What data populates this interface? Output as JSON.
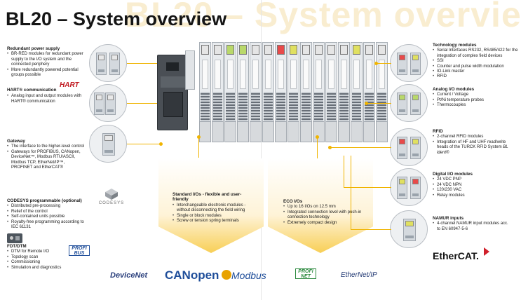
{
  "title": {
    "ghost": "BL20 – System overview",
    "main": "BL20 – System overview"
  },
  "left": {
    "redundant": {
      "title": "Redundant power supply",
      "items": [
        "BR-RED modules for redundant power supply to the I/O system and the connected periphery",
        "More redundantly powered potential groups possible"
      ]
    },
    "hart": {
      "title": "HART® communication",
      "logo": "HART",
      "items": [
        "Analog input and output modules with HART® communication"
      ]
    },
    "gateway": {
      "title": "Gateway",
      "items": [
        "The interface to the higher-level control",
        "Gateways for PROFIBUS, CANopen, DeviceNet™, Modbus RTU/ASCII, Modbus TCP, EtherNet/IP™, PROFINET and EtherCAT®"
      ]
    },
    "codesys": {
      "title": "CODESYS programmable (optional)",
      "logo": "CODESYS",
      "items": [
        "Distributed pre-processing",
        "Relief of the control",
        "Self-contained units possible",
        "Royalty-free programming according to IEC 61131"
      ]
    },
    "fdt": {
      "title": "FDT/DTM",
      "items": [
        "DTM for Remote I/O",
        "Topology scan",
        "Commissioning",
        "Simulation and diagnostics"
      ]
    }
  },
  "center": {
    "standard": {
      "title": "Standard I/Os - flexible and user-friendly",
      "items": [
        "Interchangeable electronic modules - without disconnecting the field wiring",
        "Single or block modules",
        "Screw or tension spring terminals"
      ]
    },
    "eco": {
      "title": "ECO I/Os",
      "items": [
        "Up to 16 I/Os on 12.5 mm",
        "Integrated connection level with push-in connection technology",
        "Extremely compact design"
      ]
    }
  },
  "right": {
    "technology": {
      "title": "Technology modules",
      "items": [
        "Serial Interfaces RS232, RS485/422 for the integration of complex field devices",
        "SSI",
        "Counter and pulse width modulation",
        "IO-Link master",
        "RFID"
      ]
    },
    "analog": {
      "title": "Analog I/O modules",
      "items": [
        "Current / Voltage",
        "Pt/Ni temperature probes",
        "Thermocouples"
      ]
    },
    "rfid": {
      "title": "RFID",
      "items": [
        "2-channel RFID modules",
        "Integration of HF and UHF read/write heads of the TURCK RFID System"
      ],
      "italic_tail": "BL ident®"
    },
    "digital": {
      "title": "Digital I/O modules",
      "items": [
        "24 VDC PNP",
        "24 VDC NPN",
        "120/230 VAC",
        "Relay modules"
      ]
    },
    "namur": {
      "title": "NAMUR inputs",
      "items": [
        "4-channel NAMUR input modules acc. to EN 60947-5-6"
      ]
    }
  },
  "logos": {
    "profibus": "PROFI BUS",
    "devicenet": "DeviceNet",
    "canopen": "CANopen",
    "modbus": "Modbus",
    "profinet": "PROFI NET",
    "ethernetip": "EtherNet/IP",
    "ethercat": "EtherCAT."
  },
  "colors": {
    "accent": "#f0b400",
    "profi_blue": "#1f4e9a",
    "canopen_blue": "#1f4e9a",
    "ethercat_red": "#d0202b"
  }
}
